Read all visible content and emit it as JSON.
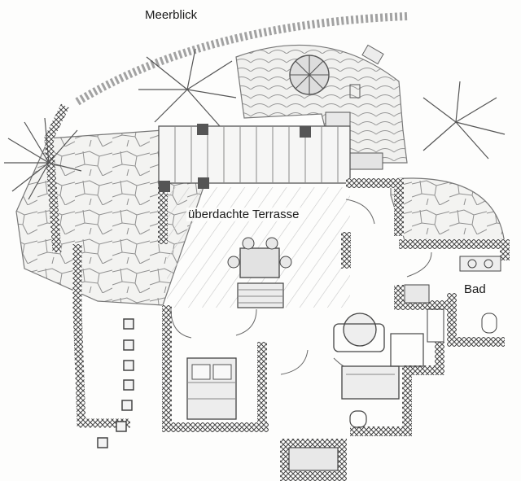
{
  "labels": {
    "sea_view": "Meerblick",
    "covered_terrace": "überdachte Terrasse",
    "bathroom": "Bad"
  },
  "colors": {
    "pencil": "#555555",
    "pencil_light": "#8a8a8a",
    "paper": "#fdfdfc",
    "shading": "#b5b5b5"
  }
}
